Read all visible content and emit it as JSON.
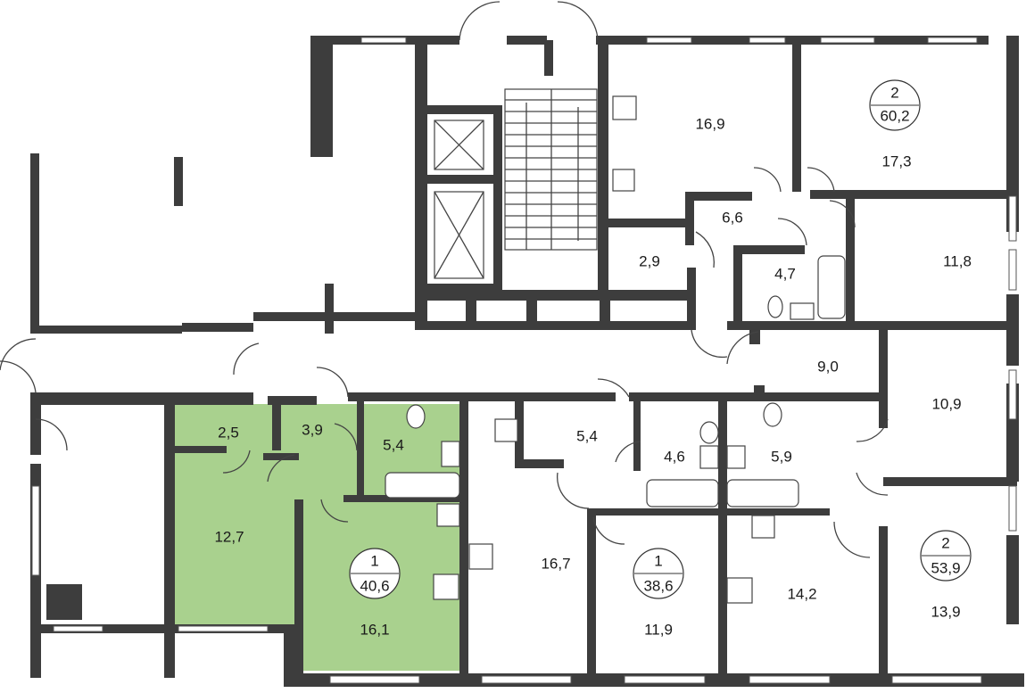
{
  "colors": {
    "wall": "#3d3d3d",
    "highlight": "#a9d18e",
    "background": "#ffffff"
  },
  "apartments": [
    {
      "id": "apt-a",
      "rooms": "1",
      "area": "40,6",
      "highlighted": true
    },
    {
      "id": "apt-b",
      "rooms": "1",
      "area": "38,6",
      "highlighted": false
    },
    {
      "id": "apt-c",
      "rooms": "2",
      "area": "53,9",
      "highlighted": false
    },
    {
      "id": "apt-d",
      "rooms": "2",
      "area": "60,2",
      "highlighted": false
    }
  ],
  "rooms": [
    {
      "id": "r1",
      "area": "16,9"
    },
    {
      "id": "r2",
      "area": "17,3"
    },
    {
      "id": "r3",
      "area": "6,6"
    },
    {
      "id": "r4",
      "area": "2,9"
    },
    {
      "id": "r5",
      "area": "4,7"
    },
    {
      "id": "r6",
      "area": "11,8"
    },
    {
      "id": "r7",
      "area": "9,0"
    },
    {
      "id": "r8",
      "area": "10,9"
    },
    {
      "id": "r9",
      "area": "2,5"
    },
    {
      "id": "r10",
      "area": "3,9"
    },
    {
      "id": "r11",
      "area": "5,4"
    },
    {
      "id": "r12",
      "area": "12,7"
    },
    {
      "id": "r13",
      "area": "16,1"
    },
    {
      "id": "r14",
      "area": "16,7"
    },
    {
      "id": "r15",
      "area": "5,4"
    },
    {
      "id": "r16",
      "area": "4,6"
    },
    {
      "id": "r17",
      "area": "5,9"
    },
    {
      "id": "r18",
      "area": "11,9"
    },
    {
      "id": "r19",
      "area": "14,2"
    },
    {
      "id": "r20",
      "area": "13,9"
    }
  ]
}
